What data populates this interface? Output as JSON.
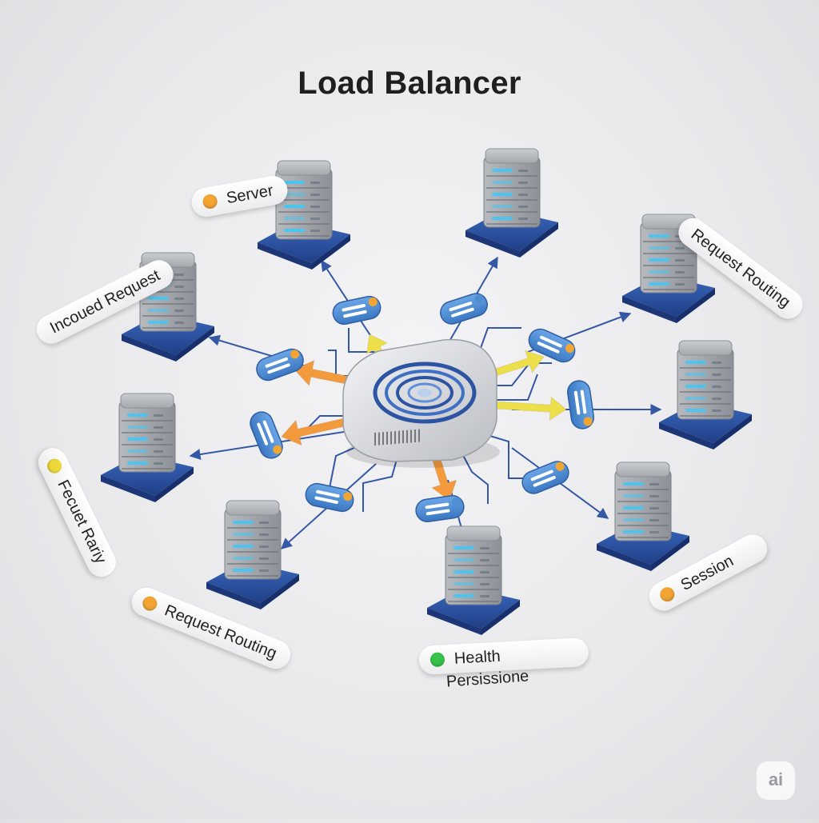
{
  "title": "Load Balancer",
  "labels": {
    "servers": "Server",
    "incoming_request": "Incoued Request",
    "request_routing_right": "Request Routing",
    "request_rarity": "Fecuet Rariy",
    "request_routing_bottom": "Request Routing",
    "health": "Health",
    "persistence": "Persissione",
    "session": "Session"
  },
  "watermark": "ai",
  "colors": {
    "server_body": "#9ea2a8",
    "server_base": "#2f58a6",
    "led": "#46c6f2",
    "token": "#4f8fd2",
    "arrow_orange": "#f39a3d",
    "arrow_yellow": "#ecdf4a",
    "dot_orange": "#f2a533",
    "dot_yellow": "#eed93a",
    "dot_green": "#37c24a",
    "line_blue": "#3457a6"
  },
  "nodes": [
    "load-balancer-hub",
    "server-top-left",
    "server-top-center",
    "server-top-right",
    "server-left-upper",
    "server-right",
    "server-left-lower",
    "server-right-lower",
    "server-bottom-left",
    "server-bottom-center"
  ]
}
